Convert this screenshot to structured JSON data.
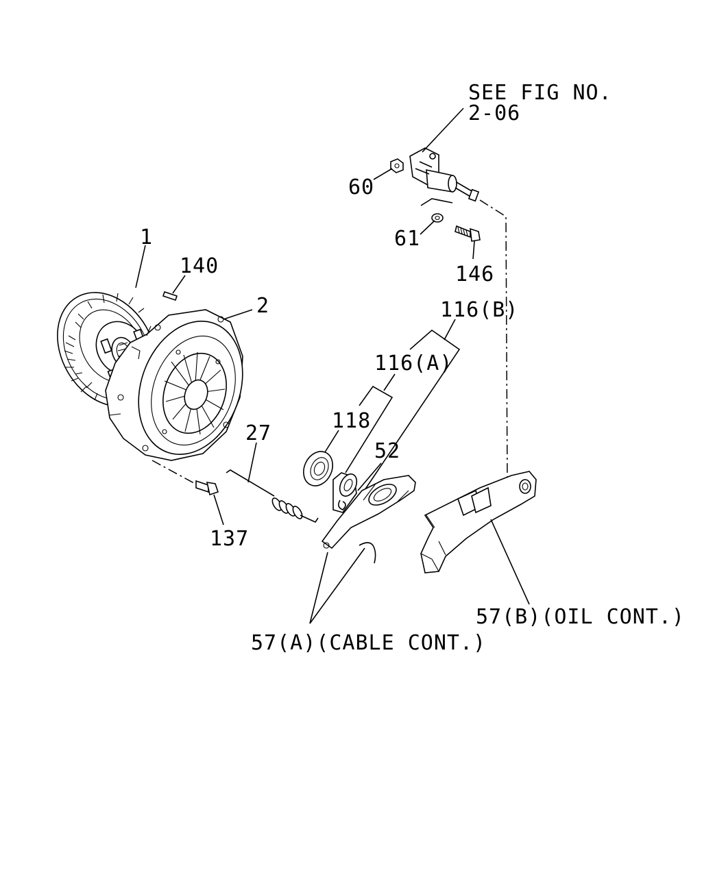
{
  "diagram": {
    "reference_note": {
      "line1": "SEE FIG NO.",
      "line2": "2-06"
    },
    "callouts": {
      "c1": "1",
      "c2": "2",
      "c27": "27",
      "c52": "52",
      "c60": "60",
      "c61": "61",
      "c118": "118",
      "c137": "137",
      "c140": "140",
      "c146": "146",
      "c116a": "116(A)",
      "c116b": "116(B)",
      "c57a": "57(A)(CABLE CONT.)",
      "c57b": "57(B)(OIL CONT.)"
    },
    "colors": {
      "ink": "#000000",
      "background": "#ffffff"
    }
  }
}
